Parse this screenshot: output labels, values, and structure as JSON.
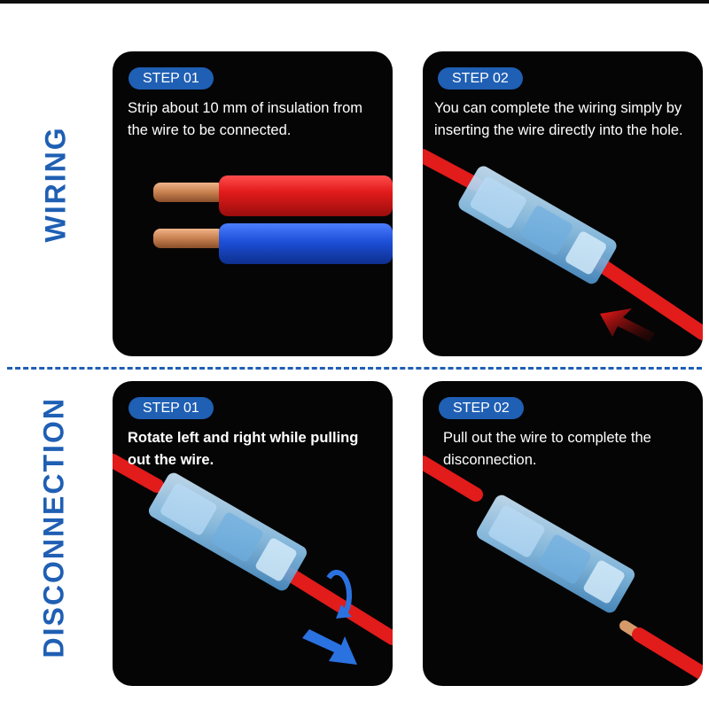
{
  "colors": {
    "accent": "#1f5fb4",
    "panel_bg": "#050505",
    "wire_red": "#e21b1b",
    "wire_blue": "#1d4fd8",
    "copper": "#c8804f",
    "connector": "#8fc6ec"
  },
  "sections": {
    "wiring": "WIRING",
    "disconnection": "DISCONNECTION"
  },
  "panels": [
    {
      "step": "STEP 01",
      "text": "Strip about 10 mm of insulation from the wire to be connected.",
      "image": "stripped-wires"
    },
    {
      "step": "STEP 02",
      "text": "You can complete the wiring simply by inserting the wire directly into the hole.",
      "image": "insert-wire",
      "icon": "red-arrow-icon"
    },
    {
      "step": "STEP 01",
      "text": "Rotate left and right while pulling out the wire.",
      "image": "rotate-pull",
      "icon": "rotate-arrow-icon"
    },
    {
      "step": "STEP 02",
      "text": "Pull out the wire to complete the disconnection.",
      "image": "pulled-wire"
    }
  ]
}
